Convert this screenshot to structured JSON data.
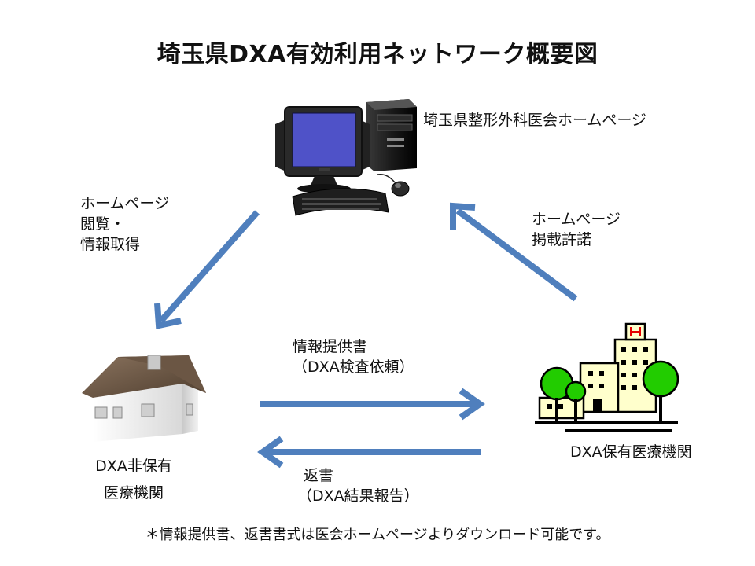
{
  "title": "埼玉県DXA有効利用ネットワーク概要図",
  "nodes": {
    "homepage": {
      "label": "埼玉県整形外科医会ホームページ"
    },
    "non_dxa": {
      "label_line1": "DXA非保有",
      "label_line2": "医療機関"
    },
    "dxa": {
      "label": "DXA保有医療機関"
    }
  },
  "edges": {
    "browse": {
      "line1": "ホームページ",
      "line2": "閲覧・",
      "line3": "情報取得"
    },
    "permit": {
      "line1": "ホームページ",
      "line2": "掲載許諾"
    },
    "request": {
      "line1": "情報提供書",
      "line2": "（DXA検査依頼）"
    },
    "reply": {
      "line1": "返書",
      "line2": "（DXA結果報告）"
    }
  },
  "footnote": "＊情報提供書、返書書式は医会ホームページよりダウンロード可能です。",
  "colors": {
    "arrow": "#4f7fbd",
    "monitor_screen": "#4f52c8",
    "tree": "#22cc00",
    "hospital_mark": "#e60000",
    "building_fill": "#ffffcc"
  }
}
